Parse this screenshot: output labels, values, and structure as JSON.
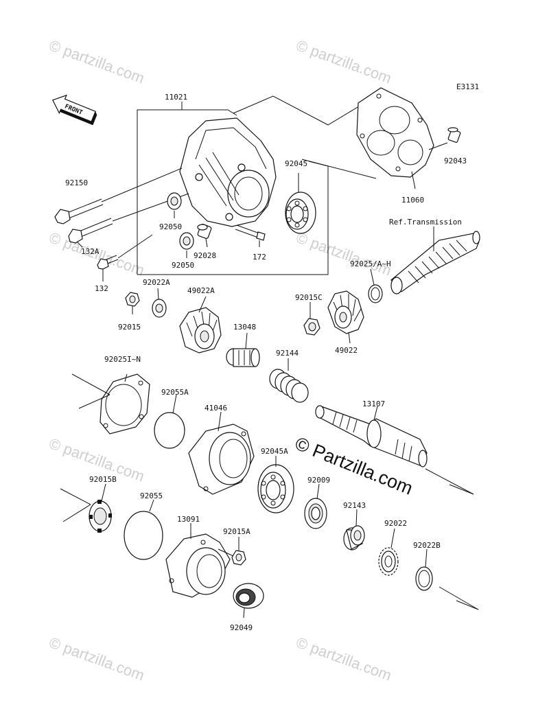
{
  "diagram_code": "E3131",
  "front_label": "FRONT",
  "ref_label": "Ref.Transmission",
  "watermark_text": "© Partzilla.com",
  "watermark_small": "© partzilla.com",
  "parts": {
    "p11021": "11021",
    "p11060": "11060",
    "p92043": "92043",
    "p92150": "92150",
    "p132A": "132A",
    "p132": "132",
    "p92050a": "92050",
    "p92050b": "92050",
    "p92028": "92028",
    "p172": "172",
    "p92045": "92045",
    "p92025AH": "92025/A~H",
    "p92022A": "92022A",
    "p49022A": "49022A",
    "p92015": "92015",
    "p92015C": "92015C",
    "p49022": "49022",
    "p13048": "13048",
    "p92144": "92144",
    "p92025IN": "92025I~N",
    "p92055A": "92055A",
    "p41046": "41046",
    "p13107": "13107",
    "p92045A": "92045A",
    "p92015B": "92015B",
    "p92055": "92055",
    "p92009": "92009",
    "p92143": "92143",
    "p92022": "92022",
    "p92022B": "92022B",
    "p13091": "13091",
    "p92015A": "92015A",
    "p92049": "92049"
  }
}
